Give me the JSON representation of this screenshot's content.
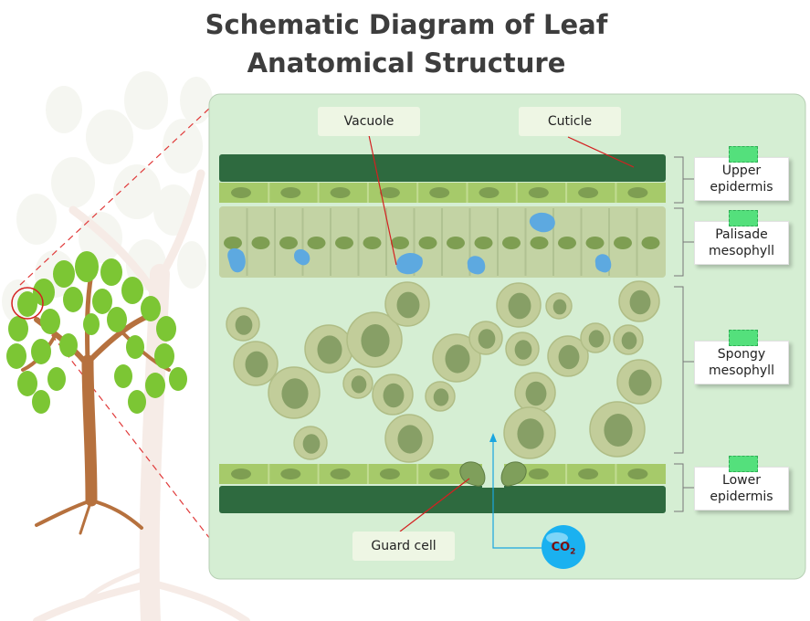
{
  "title": {
    "line1": "Schematic Diagram of Leaf",
    "line2": "Anatomical Structure"
  },
  "labels": {
    "vacuole": "Vacuole",
    "cuticle": "Cuticle",
    "guard_cell": "Guard cell",
    "co2_main": "CO",
    "co2_sub": "2"
  },
  "layers": [
    {
      "line1": "Upper",
      "line2": "epidermis"
    },
    {
      "line1": "Palisade",
      "line2": "mesophyll"
    },
    {
      "line1": "Spongy",
      "line2": "mesophyll"
    },
    {
      "line1": "Lower",
      "line2": "epidermis"
    }
  ],
  "colors": {
    "panel": "#d5eed3",
    "cuticle": "#2e6a3f",
    "epidermis": "#a6ca6a",
    "palisade": "#c3d3a4",
    "nucleus": "#7e9e52",
    "vacuole": "#5da9e0",
    "spongy": "#c2cd9a",
    "guard": "#7f9f5b",
    "co2": "#1ab1f0",
    "pointer": "#d42020",
    "leaf": "#7cc634",
    "trunk": "#b6713e"
  }
}
